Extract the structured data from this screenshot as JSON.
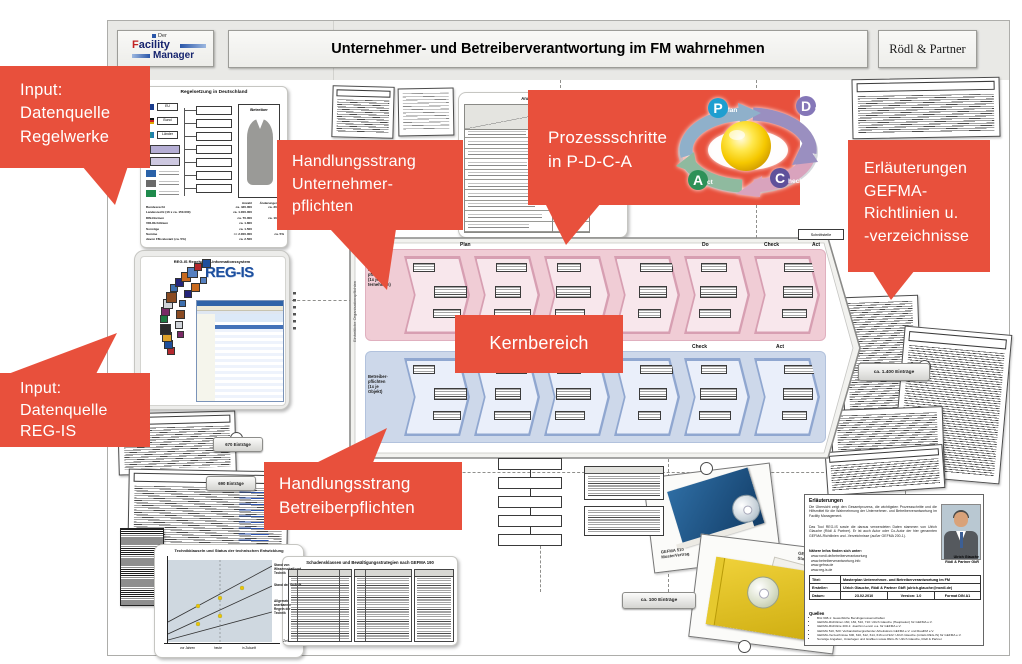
{
  "header": {
    "logo_der": "Der",
    "logo_f": "F",
    "logo_acility": "acility",
    "logo_manager": "Manager",
    "title": "Unternehmer- und Betreiberverantwortung im FM wahrnehmen",
    "brand": "Rödl & Partner"
  },
  "colors": {
    "callout_red": "#E8503C",
    "pink_band": "#F0CCD5",
    "blue_band": "#CDD8EA"
  },
  "callouts": {
    "input_regelwerke": "Input:\nDatenquelle\nRegelwerke",
    "handlung_unternehmer": "Handlungsstrang\nUnternehmer-\npflichten",
    "prozessschritte": "Prozessschritte\nin P-D-C-A",
    "erlaeuterungen": "Erläuterungen\nGEFMA-\nRichtlinien u.\n-verzeichnisse",
    "kernbereich": "Kernbereich",
    "input_regis": "Input:\nDatenquelle\nREG-IS",
    "handlung_betreiber": "Handlungsstrang\nBetreiberpflichten"
  },
  "pdca": {
    "p": "P",
    "plan": "lan",
    "d": "D",
    "do": "o",
    "c": "C",
    "check": "heck",
    "a": "A",
    "act": "ct"
  },
  "kern": {
    "headers_top": [
      "Plan",
      "Do",
      "Check",
      "Act"
    ],
    "headers_bottom": [
      "Check",
      "Act"
    ],
    "band1_label": "Unter-\nnehmer-\npflichten\n(1x je Un-\nternehmen)",
    "band2_label": "Betreiber-\npflichten\n(1x je\nObjekt)",
    "side_label": "Einheitliche Organisationspflichten",
    "interface_label": "Schnittstelle",
    "header_fragment": "men"
  },
  "panels": {
    "regelsetzung": {
      "title": "Regelsetzung in Deutschland",
      "eu": "EU",
      "bund": "Bund",
      "laender": "Länder",
      "betreiber": "Betreiber",
      "col1": "Anzahl",
      "col2": "Änderungen p.a.",
      "rows": [
        [
          "Bundesrecht",
          "ca. 420.000",
          "ca. 30-40%"
        ],
        [
          "Landesrecht (16 x ca. 150.000)",
          "ca. 1.000.000",
          ""
        ],
        [
          "DIN-Normen",
          "ca. 70.000",
          "ca. 10-15%"
        ],
        [
          "VDI-Richtlinien",
          "ca. 1.800",
          ""
        ],
        [
          "Sonstige",
          "ca. 1.500",
          ""
        ],
        [
          "Summe",
          ">> 2.000.000",
          "ca. 5%"
        ],
        [
          "davon FM-relevant (ca. 5%)",
          "ca. 2.500",
          ""
        ]
      ]
    },
    "anwendung": {
      "title": "Anwendungsbereiche"
    },
    "regis": {
      "title": "REG-IS Regelwerks-Informationssystem",
      "logo": "REG-IS"
    },
    "technik": {
      "title": "Technikklauseln und Status der technischen Entwicklung",
      "labels": [
        "Stand von Wissenschaft und Technik",
        "Stand der Technik",
        "Allgemein anerkannte Regeln der Technik"
      ],
      "x_labels": [
        "vor Jahren",
        "heute",
        "in Zukunft"
      ],
      "axis": "Zeit"
    },
    "schaden": {
      "title": "Schadensklassen und Bewältigungsstrategien nach GEFMA 190"
    }
  },
  "pills": {
    "e670": "670 Einträge",
    "e690": "690 Einträge",
    "e1400": "ca. 1.400 Einträge",
    "e100": "ca. 100 Einträge"
  },
  "binders": {
    "b510": "GEFMA 510\nMusterVertrag",
    "b520": "GEFMA 520\nStandardLV"
  },
  "info": {
    "heading": "Erläuterungen",
    "para1": "Die Übersicht zeigt den Gesamtprozess, die wichtigsten Prozessschritte und die Hilfsmittel für die Wahrnehmung der Unternehmer- und Betreiberverantwortung im Facility Management.",
    "para2": "Das Tool REG-IS sowie die daraus verwendeten Daten stammen von Ulrich Glauche (Rödl & Partner). Er ist auch Autor oder Co-Autor der hier genannten GEFMA-Richtlinien und -Verzeichnisse (außer GEFMA 200-1).",
    "links_intro": "Nähere Infos finden sich unter:",
    "links": [
      "www.roedl.de/betreiberverantwortung",
      "www.betreiberverantwortung.info",
      "www.gefma.de",
      "www.reg-is.de"
    ],
    "author1": "Ulrich Glauche",
    "author2": "Rödl & Partner GbR",
    "table": {
      "titel_label": "Titel:",
      "titel": "Masterplan Unternehmer- und Betreiberverantwortung im FM",
      "ersteller_label": "Ersteller:",
      "ersteller": "Ulrich Glauche, Rödl & Partner GbR (ulrich.glauche@roedl.de)",
      "datum_label": "Datum:",
      "datum": "23.02.2010",
      "version": "Version: 1.0",
      "format": "Format DIN A1"
    },
    "quellen_heading": "Quellen",
    "quellen": [
      "BGI 608-1: Gewerbliche Berufsgenossenschaften",
      "GEFMA-Richtlinien 160, 182, 510, 710: Ulrich Glauche (Hauptautor) für GEFMA e.V.",
      "GEFMA-Richtlinie 200-1: Joachim Lenoir u.a. für GEFMA e.V.",
      "GEFMA 510, 520: Verbandsübergreifender Arbeitskreis GEFMA e.V. und RealFM e.V.",
      "GEFMA-Verzeichnisse 600, 610, 612, 614, 616 und 922: Ulrich Glauche (mittels REG-IS) für GEFMA e.V.",
      "Sonstige Angaben, Unterlagen und Grafiken sowie REG-IS: Ulrich Glauche, Rödl & Partner"
    ]
  }
}
